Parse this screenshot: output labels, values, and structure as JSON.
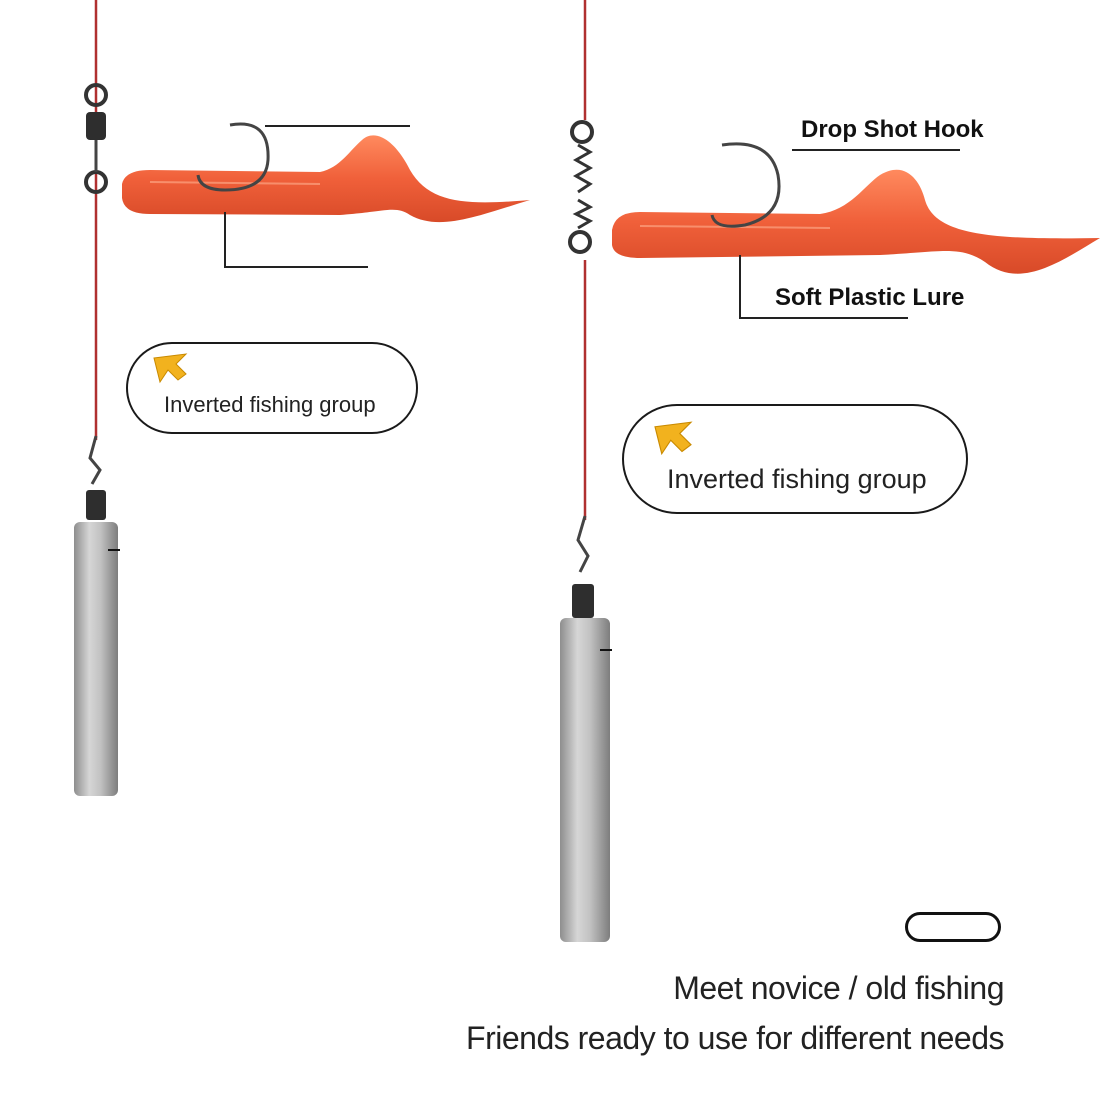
{
  "labels": {
    "hook": "Drop Shot Hook",
    "lure": "Soft Plastic Lure"
  },
  "callouts": {
    "left": "Inverted fishing group",
    "right": "Inverted fishing group"
  },
  "footer": {
    "line1": "Meet novice / old fishing",
    "line2": "Friends ready to use for different needs"
  },
  "colors": {
    "fishing_line": "#b03030",
    "lure": "#f0643c",
    "lure_tail": "#f26a44",
    "sinker": "#b8b8b8",
    "arrow": "#f2b21e"
  },
  "icons": {
    "callout_arrow": "arrow-cursor-icon"
  }
}
